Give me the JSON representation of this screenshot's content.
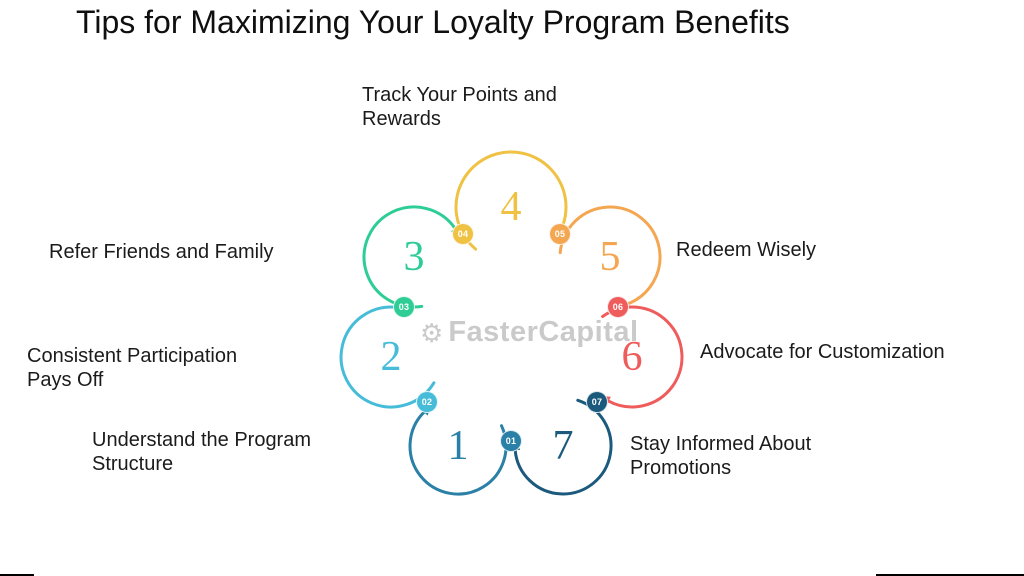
{
  "title": "Tips for Maximizing Your Loyalty Program Benefits",
  "watermark": {
    "text": "FasterCapital",
    "icon": "gear-icon",
    "color": "#c6c6c6"
  },
  "items": [
    {
      "number": "1",
      "badge": "01",
      "label": "Understand the Program Structure",
      "color": "#2a80a6"
    },
    {
      "number": "2",
      "badge": "02",
      "label": "Consistent Participation Pays Off",
      "color": "#46bcd9"
    },
    {
      "number": "3",
      "badge": "03",
      "label": "Refer Friends and Family",
      "color": "#2ecd96"
    },
    {
      "number": "4",
      "badge": "04",
      "label": "Track Your Points and Rewards",
      "color": "#f0c244"
    },
    {
      "number": "5",
      "badge": "05",
      "label": "Redeem Wisely",
      "color": "#f4a651"
    },
    {
      "number": "6",
      "badge": "06",
      "label": "Advocate for Customization",
      "color": "#ee5c5c"
    },
    {
      "number": "7",
      "badge": "07",
      "label": "Stay Informed About Promotions",
      "color": "#1c5a7d"
    }
  ]
}
